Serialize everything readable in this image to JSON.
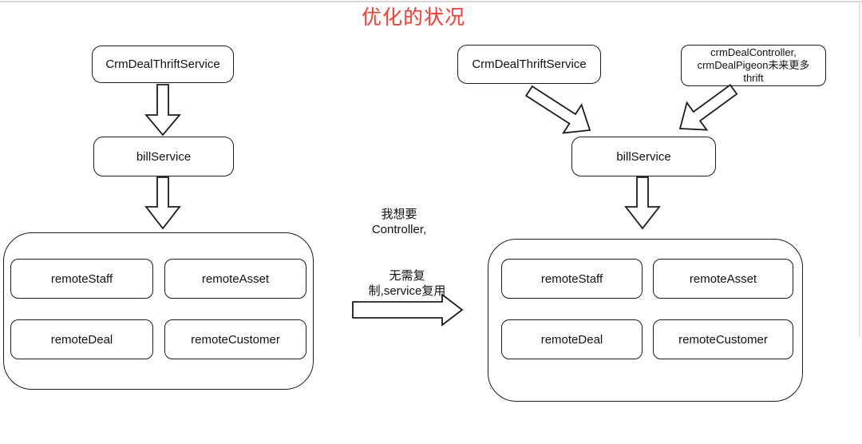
{
  "title": {
    "text": "优化的状况",
    "color": "#ff3b30"
  },
  "colors": {
    "line": "#1c1c1c",
    "title_red": "#ff3b30",
    "background": "#ffffff"
  },
  "left_diagram": {
    "service_box": "CrmDealThriftService",
    "bill_box": "billService",
    "remote_boxes": [
      "remoteStaff",
      "remoteAsset",
      "remoteDeal",
      "remoteCustomer"
    ]
  },
  "middle_notes": {
    "note1_line1": "我想要",
    "note1_line2": "Controller,",
    "note2_line1": "无需复",
    "note2_line2": "制,service复用"
  },
  "right_diagram": {
    "service_box": "CrmDealThriftService",
    "controller_box_line1": "crmDealController,",
    "controller_box_line2": "crmDealPigeon未来更多",
    "controller_box_line3": "thrift",
    "bill_box": "billService",
    "remote_boxes": [
      "remoteStaff",
      "remoteAsset",
      "remoteDeal",
      "remoteCustomer"
    ]
  },
  "arrows": {
    "left_top": "down-block-arrow",
    "left_bottom": "down-block-arrow",
    "right_from_thrift": "diagonal-down-right-block-arrow",
    "right_from_controller": "diagonal-down-left-block-arrow",
    "right_bottom": "down-block-arrow",
    "middle": "right-block-arrow"
  }
}
